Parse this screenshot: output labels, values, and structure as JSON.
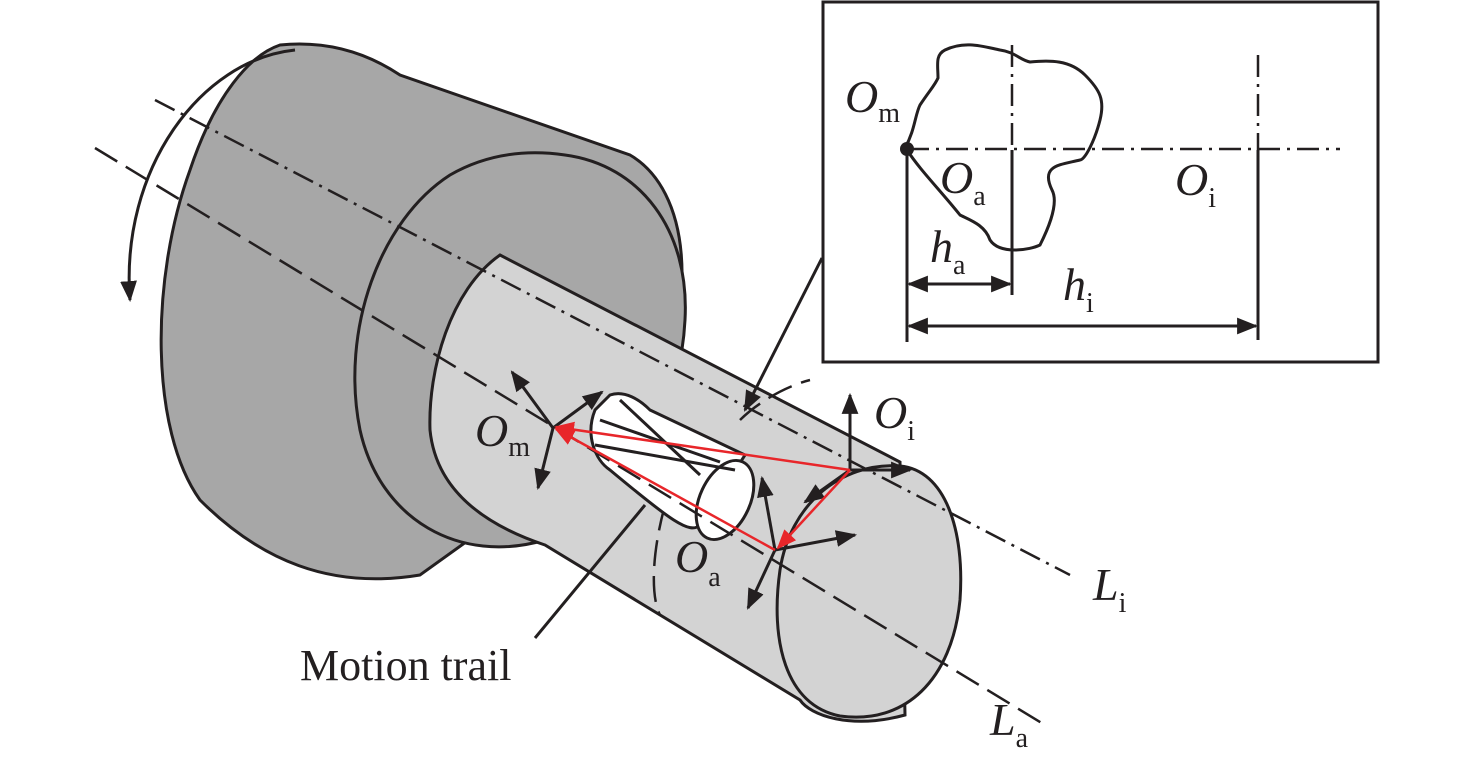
{
  "labels": {
    "om": {
      "main": "O",
      "sub": "m"
    },
    "oa": {
      "main": "O",
      "sub": "a"
    },
    "oi": {
      "main": "O",
      "sub": "i"
    },
    "la": {
      "main": "L",
      "sub": "a"
    },
    "li": {
      "main": "L",
      "sub": "i"
    },
    "motion_trail": "Motion trail"
  },
  "inset": {
    "om": {
      "main": "O",
      "sub": "m"
    },
    "oa": {
      "main": "O",
      "sub": "a"
    },
    "oi": {
      "main": "O",
      "sub": "i"
    },
    "ha": {
      "main": "h",
      "sub": "a"
    },
    "hi": {
      "main": "h",
      "sub": "i"
    }
  },
  "colors": {
    "large_cylinder": "#a7a7a7",
    "small_cylinder": "#d3d3d3",
    "vector": "#e8262a",
    "line": "#231f20"
  }
}
